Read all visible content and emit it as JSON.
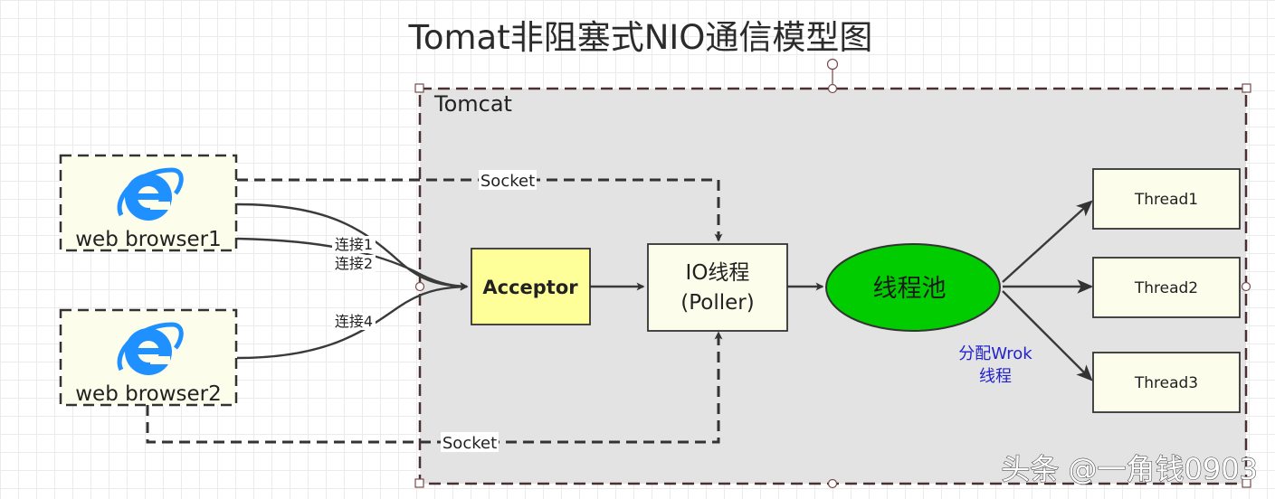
{
  "title": "Tomat非阻塞式NIO通信模型图",
  "container": {
    "label": "Tomcat"
  },
  "browsers": [
    {
      "label": "web browser1",
      "icon": "ie-browser-icon"
    },
    {
      "label": "web browser2",
      "icon": "ie-browser-icon"
    }
  ],
  "nodes": {
    "acceptor": "Acceptor",
    "io_thread_line1": "IO线程",
    "io_thread_line2": "(Poller)",
    "thread_pool": "线程池",
    "threads": [
      "Thread1",
      "Thread2",
      "Thread3"
    ]
  },
  "edge_labels": {
    "socket_top": "Socket",
    "socket_bottom": "Socket",
    "conn1": "连接1",
    "conn2": "连接2",
    "conn4": "连接4",
    "dispatch_line1": "分配Wrok",
    "dispatch_line2": "线程"
  },
  "watermark": "头条 @一角钱0903",
  "colors": {
    "container_fill": "#e3e3e3",
    "browser_fill": "#fdfdec",
    "acceptor_fill": "#ffff99",
    "node_fill": "#fdfdec",
    "pool_fill": "#00cc00",
    "ie_blue": "#1e90ff",
    "dispatch_text": "#2222cc"
  }
}
